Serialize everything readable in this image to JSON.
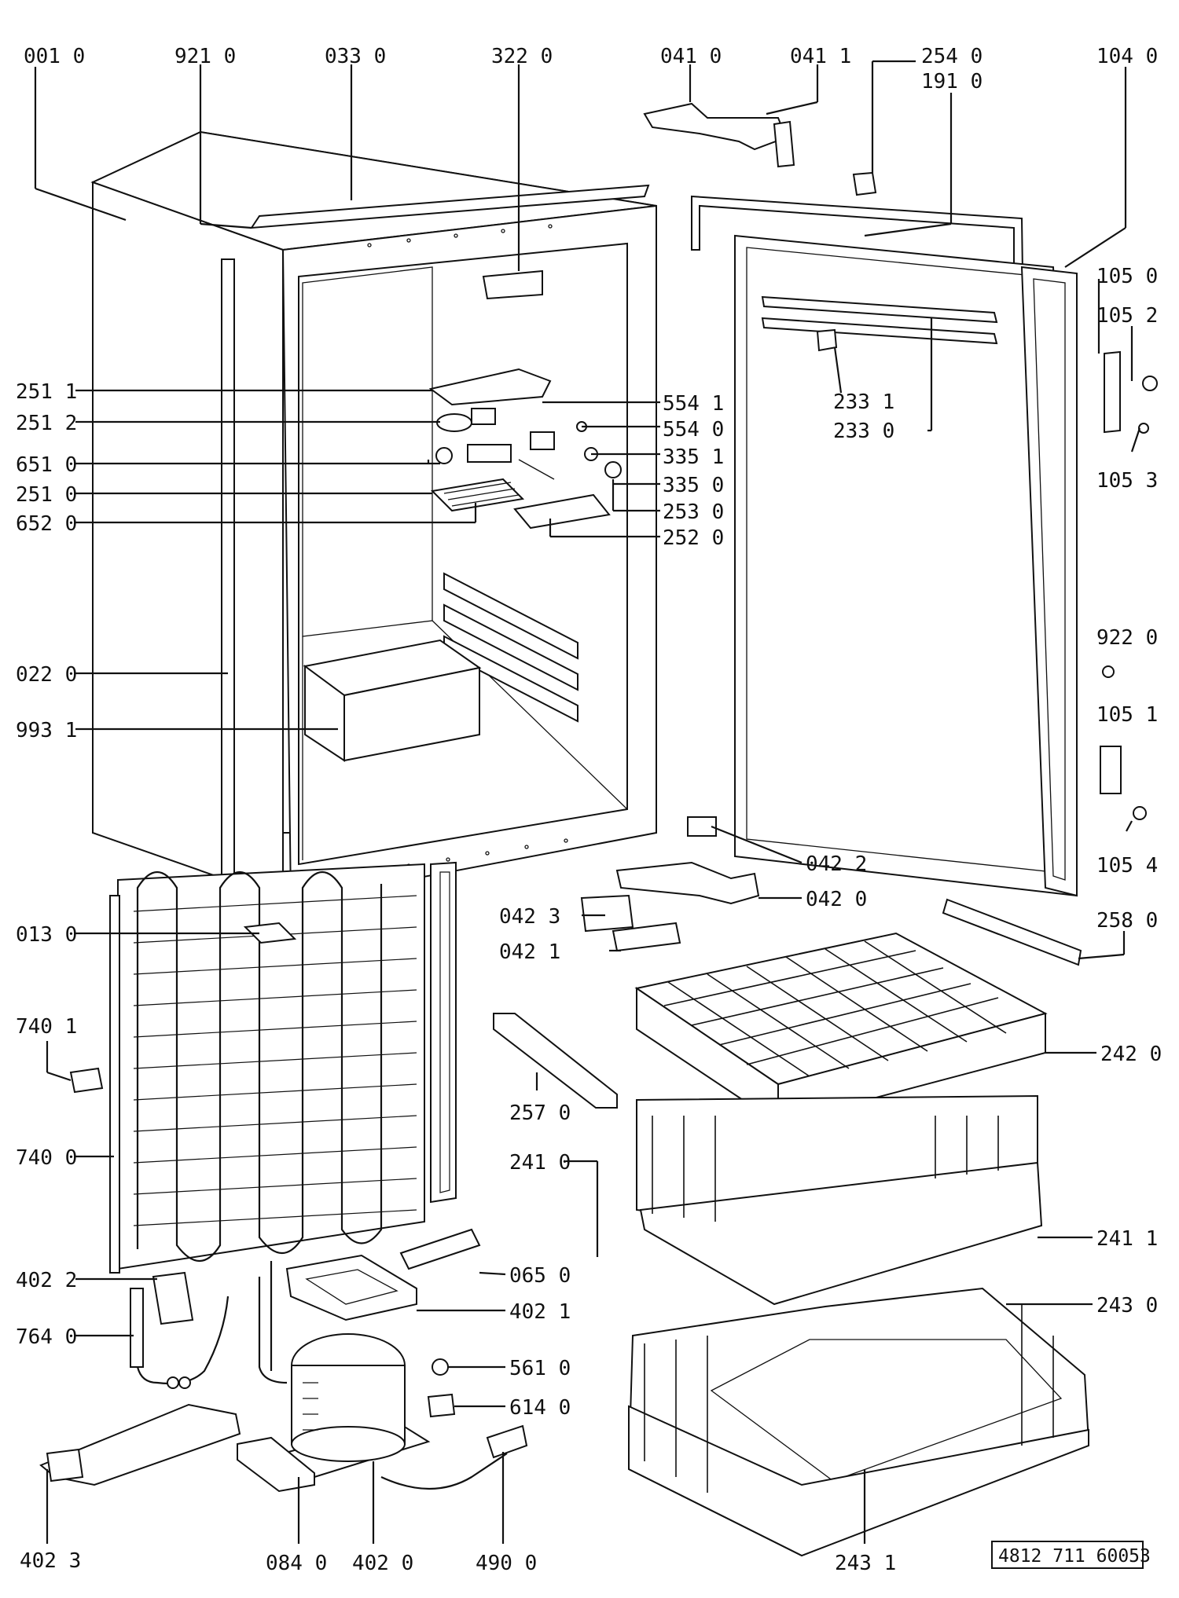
{
  "document_number": "4812 711 60053",
  "parts": [
    {
      "id": "p0010",
      "code": "001 0"
    },
    {
      "id": "p9210",
      "code": "921 0"
    },
    {
      "id": "p0330",
      "code": "033 0"
    },
    {
      "id": "p3220",
      "code": "322 0"
    },
    {
      "id": "p0410",
      "code": "041 0"
    },
    {
      "id": "p0411",
      "code": "041 1"
    },
    {
      "id": "p2540",
      "code": "254 0"
    },
    {
      "id": "p1910",
      "code": "191 0"
    },
    {
      "id": "p1040",
      "code": "104 0"
    },
    {
      "id": "p1050",
      "code": "105 0"
    },
    {
      "id": "p1052",
      "code": "105 2"
    },
    {
      "id": "p1053",
      "code": "105 3"
    },
    {
      "id": "p2331",
      "code": "233 1"
    },
    {
      "id": "p2330",
      "code": "233 0"
    },
    {
      "id": "p2511",
      "code": "251 1"
    },
    {
      "id": "p2512",
      "code": "251 2"
    },
    {
      "id": "p6510",
      "code": "651 0"
    },
    {
      "id": "p2510",
      "code": "251 0"
    },
    {
      "id": "p6520",
      "code": "652 0"
    },
    {
      "id": "p5541",
      "code": "554 1"
    },
    {
      "id": "p5540",
      "code": "554 0"
    },
    {
      "id": "p3351",
      "code": "335 1"
    },
    {
      "id": "p3350",
      "code": "335 0"
    },
    {
      "id": "p2530",
      "code": "253 0"
    },
    {
      "id": "p2520",
      "code": "252 0"
    },
    {
      "id": "p0220",
      "code": "022 0"
    },
    {
      "id": "p9931",
      "code": "993 1"
    },
    {
      "id": "p9220",
      "code": "922 0"
    },
    {
      "id": "p1051",
      "code": "105 1"
    },
    {
      "id": "p1054",
      "code": "105 4"
    },
    {
      "id": "p0422",
      "code": "042 2"
    },
    {
      "id": "p0420",
      "code": "042 0"
    },
    {
      "id": "p0423",
      "code": "042 3"
    },
    {
      "id": "p0421",
      "code": "042 1"
    },
    {
      "id": "p2580",
      "code": "258 0"
    },
    {
      "id": "p0130",
      "code": "013 0"
    },
    {
      "id": "p7401",
      "code": "740 1"
    },
    {
      "id": "p2420",
      "code": "242 0"
    },
    {
      "id": "p2570",
      "code": "257 0"
    },
    {
      "id": "p7400",
      "code": "740 0"
    },
    {
      "id": "p2410",
      "code": "241 0"
    },
    {
      "id": "p2411",
      "code": "241 1"
    },
    {
      "id": "p0650",
      "code": "065 0"
    },
    {
      "id": "p4022",
      "code": "402 2"
    },
    {
      "id": "p4021",
      "code": "402 1"
    },
    {
      "id": "p2430",
      "code": "243 0"
    },
    {
      "id": "p7640",
      "code": "764 0"
    },
    {
      "id": "p5610",
      "code": "561 0"
    },
    {
      "id": "p6140",
      "code": "614 0"
    },
    {
      "id": "p4023",
      "code": "402 3"
    },
    {
      "id": "p0840",
      "code": "084 0"
    },
    {
      "id": "p4020",
      "code": "402 0"
    },
    {
      "id": "p4900",
      "code": "490 0"
    },
    {
      "id": "p2431",
      "code": "243 1"
    }
  ]
}
